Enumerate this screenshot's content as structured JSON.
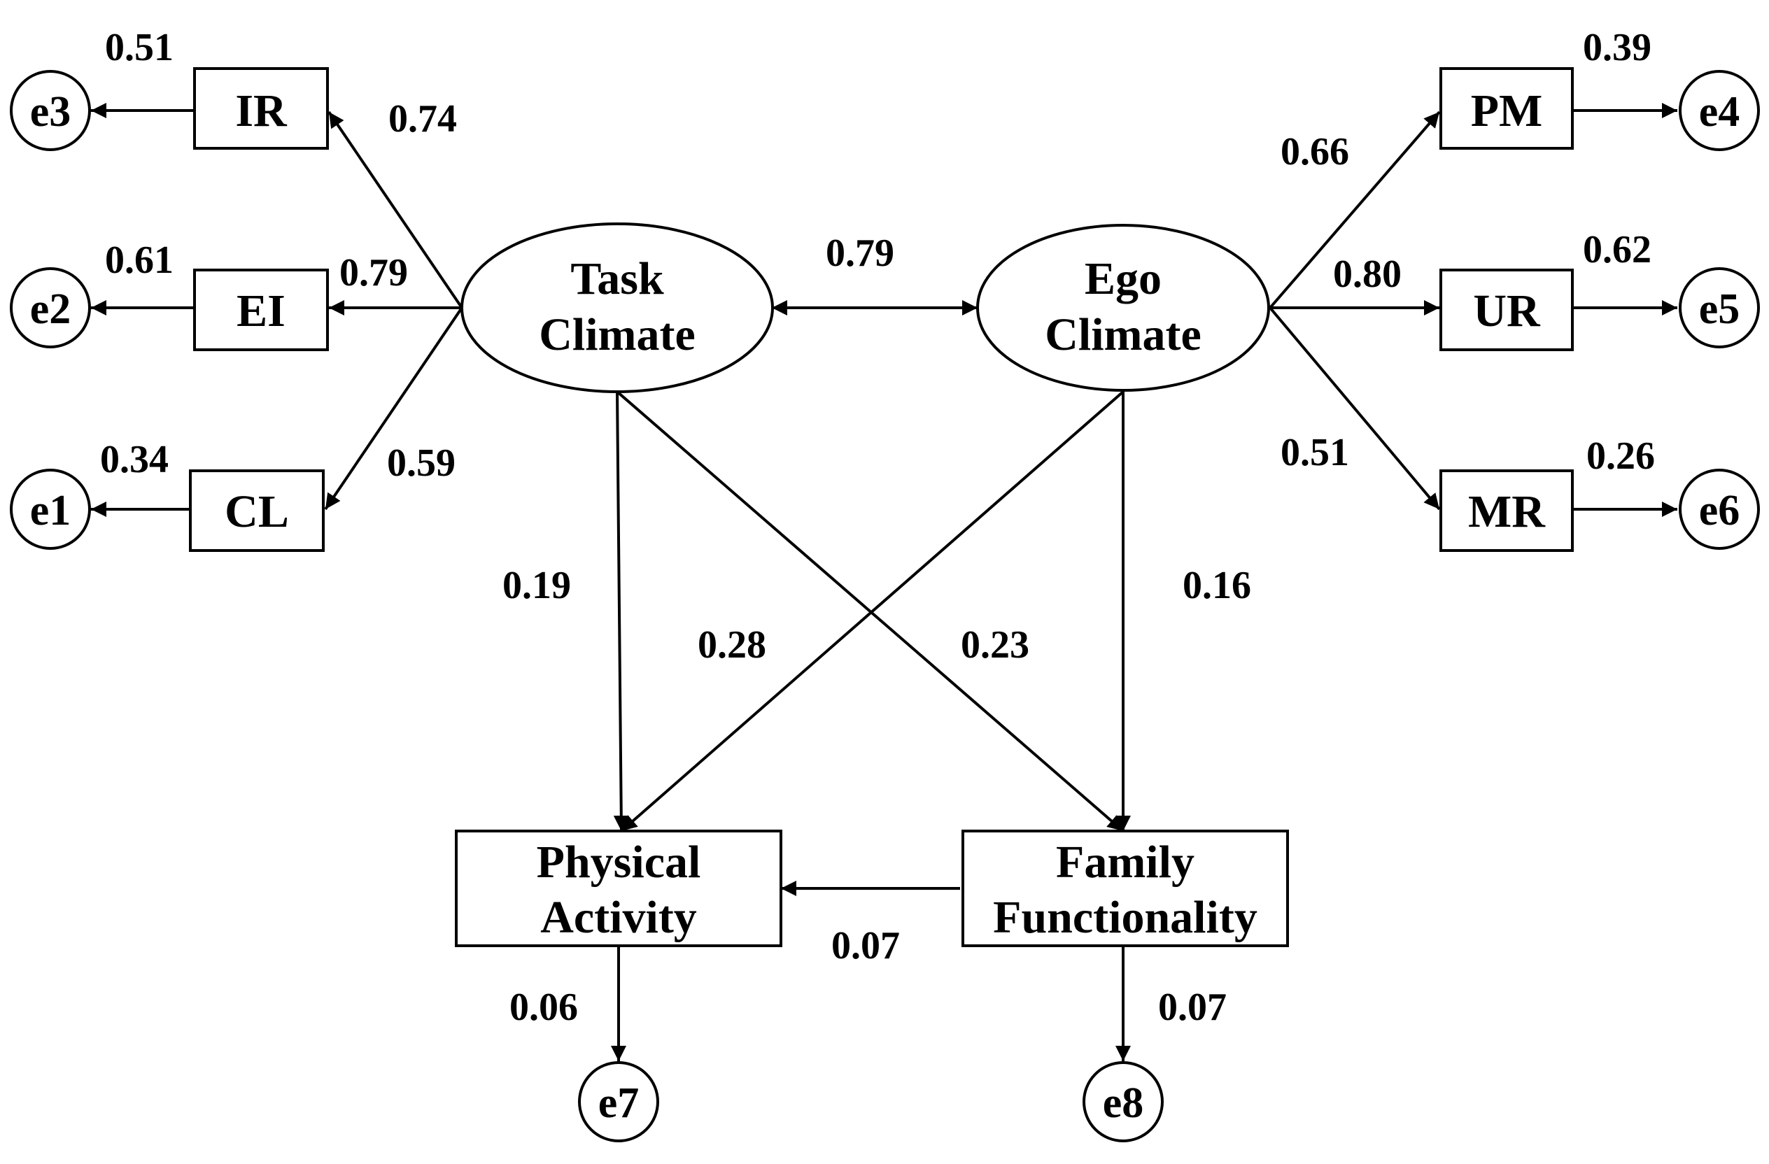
{
  "nodes": {
    "task": {
      "line1": "Task",
      "line2": "Climate"
    },
    "ego": {
      "line1": "Ego",
      "line2": "Climate"
    },
    "ir": "IR",
    "ei": "EI",
    "cl": "CL",
    "pm": "PM",
    "ur": "UR",
    "mr": "MR",
    "pa": {
      "line1": "Physical",
      "line2": "Activity"
    },
    "ff": {
      "line1": "Family",
      "line2": "Functionality"
    },
    "e1": "e1",
    "e2": "e2",
    "e3": "e3",
    "e4": "e4",
    "e5": "e5",
    "e6": "e6",
    "e7": "e7",
    "e8": "e8"
  },
  "coefficients": {
    "task_ir": "0.74",
    "task_ei": "0.79",
    "task_cl": "0.59",
    "ir_e3": "0.51",
    "ei_e2": "0.61",
    "cl_e1": "0.34",
    "task_ego": "0.79",
    "ego_pm": "0.66",
    "ego_ur": "0.80",
    "ego_mr": "0.51",
    "pm_e4": "0.39",
    "ur_e5": "0.62",
    "mr_e6": "0.26",
    "task_pa": "0.19",
    "ego_pa": "0.28",
    "task_ff": "0.23",
    "ego_ff": "0.16",
    "ff_pa": "0.07",
    "pa_e7": "0.06",
    "ff_e8": "0.07"
  },
  "colors": {
    "line": "#000000",
    "background": "#ffffff"
  }
}
